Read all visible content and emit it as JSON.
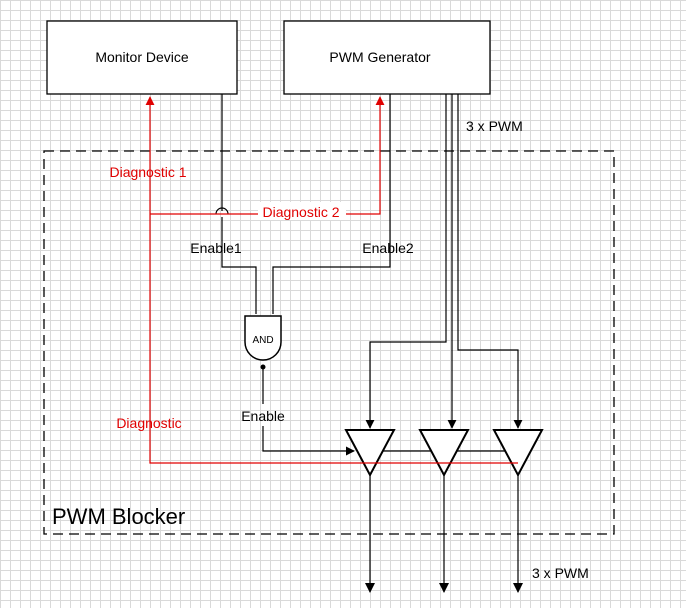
{
  "blocks": {
    "monitor_device": "Monitor Device",
    "pwm_generator": "PWM Generator",
    "pwm_blocker": "PWM Blocker",
    "and_gate": "AND"
  },
  "labels": {
    "pwm_in": "3 x PWM",
    "pwm_out": "3 x PWM",
    "diagnostic_1": "Diagnostic 1",
    "diagnostic_2": "Diagnostic 2",
    "diagnostic": "Diagnostic",
    "enable1": "Enable1",
    "enable2": "Enable2",
    "enable": "Enable"
  },
  "colors": {
    "wire": "#000000",
    "diagnostic": "#e00000",
    "grid": "#d9d9d9",
    "background": "#ffffff"
  }
}
